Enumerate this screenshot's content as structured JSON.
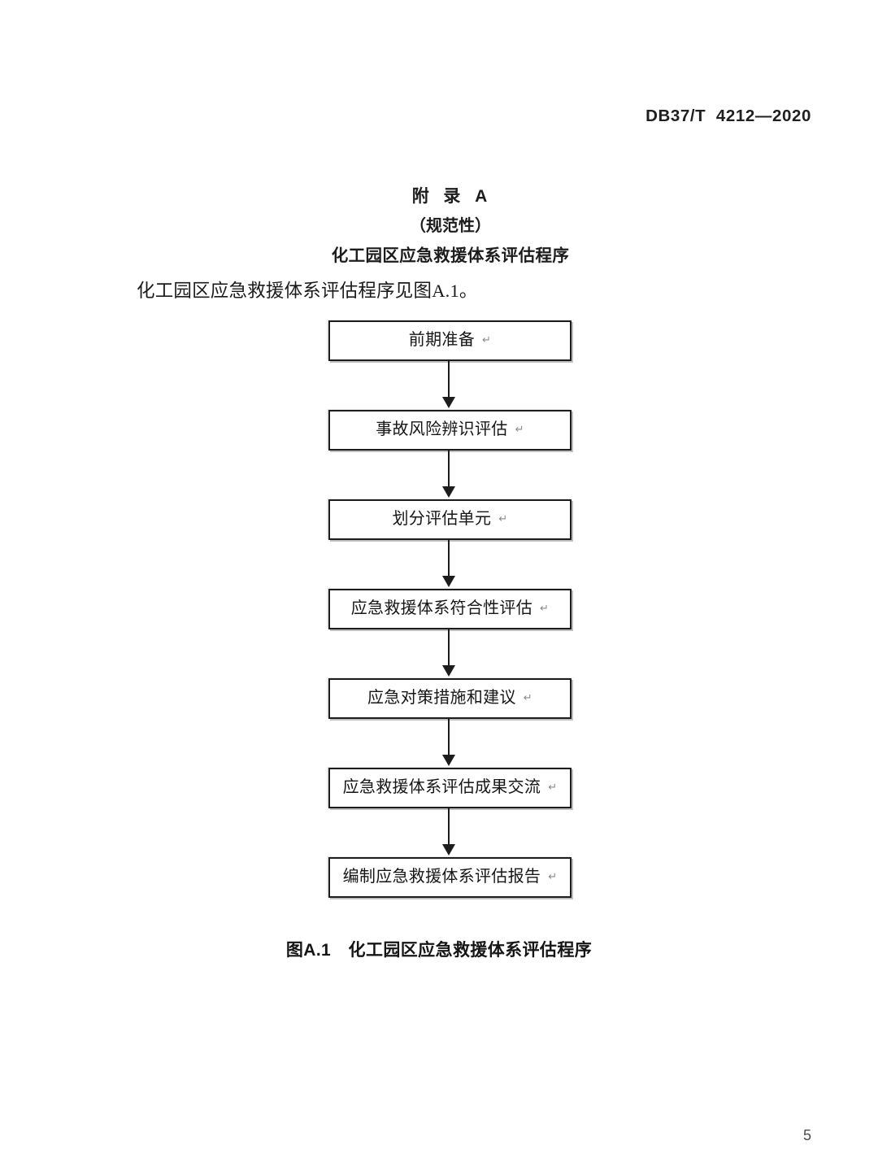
{
  "document": {
    "standard_number": "DB37/T  4212—2020",
    "page_number": "5"
  },
  "annex": {
    "label": "附  录  A",
    "kind": "（规范性）",
    "name": "化工园区应急救援体系评估程序"
  },
  "body": {
    "paragraph": "化工园区应急救援体系评估程序见图A.1。"
  },
  "figure": {
    "caption": "图A.1　化工园区应急救援体系评估程序",
    "return_glyph": "↵",
    "steps": [
      {
        "label": "前期准备",
        "mark": "↵"
      },
      {
        "label": "事故风险辨识评估",
        "mark": "↵"
      },
      {
        "label": "划分评估单元",
        "mark": "↵"
      },
      {
        "label": "应急救援体系符合性评估",
        "mark": "↵"
      },
      {
        "label": "应急对策措施和建议",
        "mark": "↵"
      },
      {
        "label": "应急救援体系评估成果交流",
        "mark": "↵"
      },
      {
        "label": "编制应急救援体系评估报告",
        "mark": "↵"
      }
    ]
  },
  "colors": {
    "box_border": "#1d1d1d",
    "connector": "#1d1d1d",
    "text": "#161616",
    "mark": "#8a8a8a",
    "page_background": "#ffffff"
  }
}
